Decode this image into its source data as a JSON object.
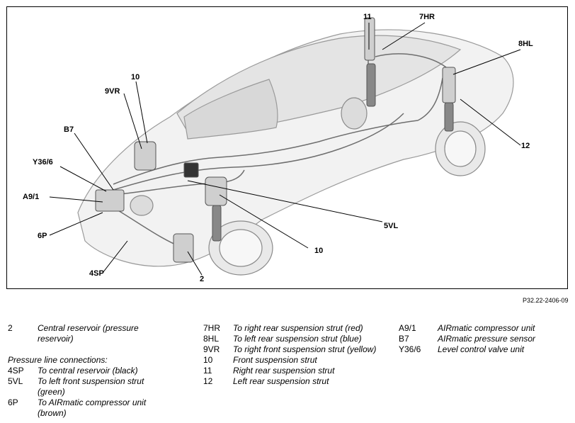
{
  "figure": {
    "reference": "P32.22-2406-09",
    "callouts": {
      "c11": "11",
      "c7hr": "7HR",
      "c8hl": "8HL",
      "c12": "12",
      "c10top": "10",
      "c9vr": "9VR",
      "cb7": "B7",
      "cy36": "Y36/6",
      "ca9": "A9/1",
      "c6p": "6P",
      "c4sp": "4SP",
      "c2": "2",
      "c5vl": "5VL",
      "c10bot": "10"
    }
  },
  "legend": {
    "col1": {
      "item2_code": "2",
      "item2_desc": "Central reservoir (pressure reservoir)",
      "heading": "Pressure line connections:",
      "item4sp_code": "4SP",
      "item4sp_desc": "To central reservoir (black)",
      "item5vl_code": "5VL",
      "item5vl_desc": "To left front suspension strut (green)",
      "item6p_code": "6P",
      "item6p_desc": "To AIRmatic compressor unit (brown)"
    },
    "col2": {
      "item7hr_code": "7HR",
      "item7hr_desc": "To right rear suspension strut (red)",
      "item8hl_code": "8HL",
      "item8hl_desc": "To left rear suspension strut (blue)",
      "item9vr_code": "9VR",
      "item9vr_desc": "To right front suspension strut (yellow)",
      "item10_code": "10",
      "item10_desc": "Front suspension strut",
      "item11_code": "11",
      "item11_desc": "Right rear suspension strut",
      "item12_code": "12",
      "item12_desc": "Left rear suspension strut"
    },
    "col3": {
      "itema9_code": "A9/1",
      "itema9_desc": "AIRmatic compressor unit",
      "itemb7_code": "B7",
      "itemb7_desc": "AIRmatic pressure sensor",
      "itemy36_code": "Y36/6",
      "itemy36_desc": "Level control valve unit"
    }
  }
}
